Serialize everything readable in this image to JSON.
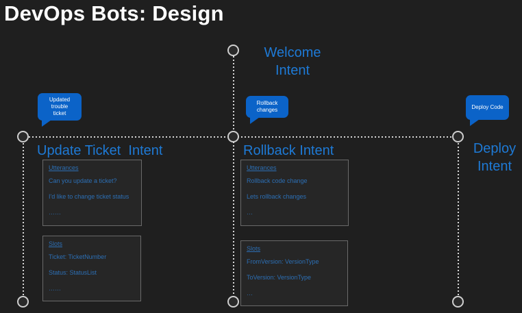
{
  "slide": {
    "title": "DevOps Bots: Design"
  },
  "intents": {
    "welcome": {
      "line1": "Welcome",
      "line2": "Intent"
    },
    "update_ticket": {
      "label": "Update Ticket  Intent"
    },
    "rollback": {
      "label": "Rollback Intent"
    },
    "deploy": {
      "line1": "Deploy",
      "line2": "Intent"
    }
  },
  "bubbles": {
    "update_ticket": {
      "line1": "Updated trouble",
      "line2": "ticket"
    },
    "rollback": {
      "line1": "Rollback",
      "line2": "changes"
    },
    "deploy": {
      "text": "Deploy Code"
    }
  },
  "cards": {
    "update_utterances": {
      "heading": "Utterances",
      "lines": [
        "Can you update a ticket?",
        "I'd like to change ticket status",
        "……"
      ]
    },
    "update_slots": {
      "heading": "Slots",
      "lines": [
        "Ticket: TicketNumber",
        "Status: StatusList",
        "……"
      ]
    },
    "rollback_utterances": {
      "heading": "Utterances",
      "lines": [
        "Rollback code change",
        "Lets rollback changes",
        "…"
      ]
    },
    "rollback_slots": {
      "heading": "Slots",
      "lines": [
        "FromVersion: VersionType",
        "ToVersion: VersionType",
        "…"
      ]
    }
  },
  "colors": {
    "accent": "#1e7ad6",
    "bubble": "#0b63c8",
    "card_text": "#2c6fb5",
    "background": "#1f1f1f"
  }
}
